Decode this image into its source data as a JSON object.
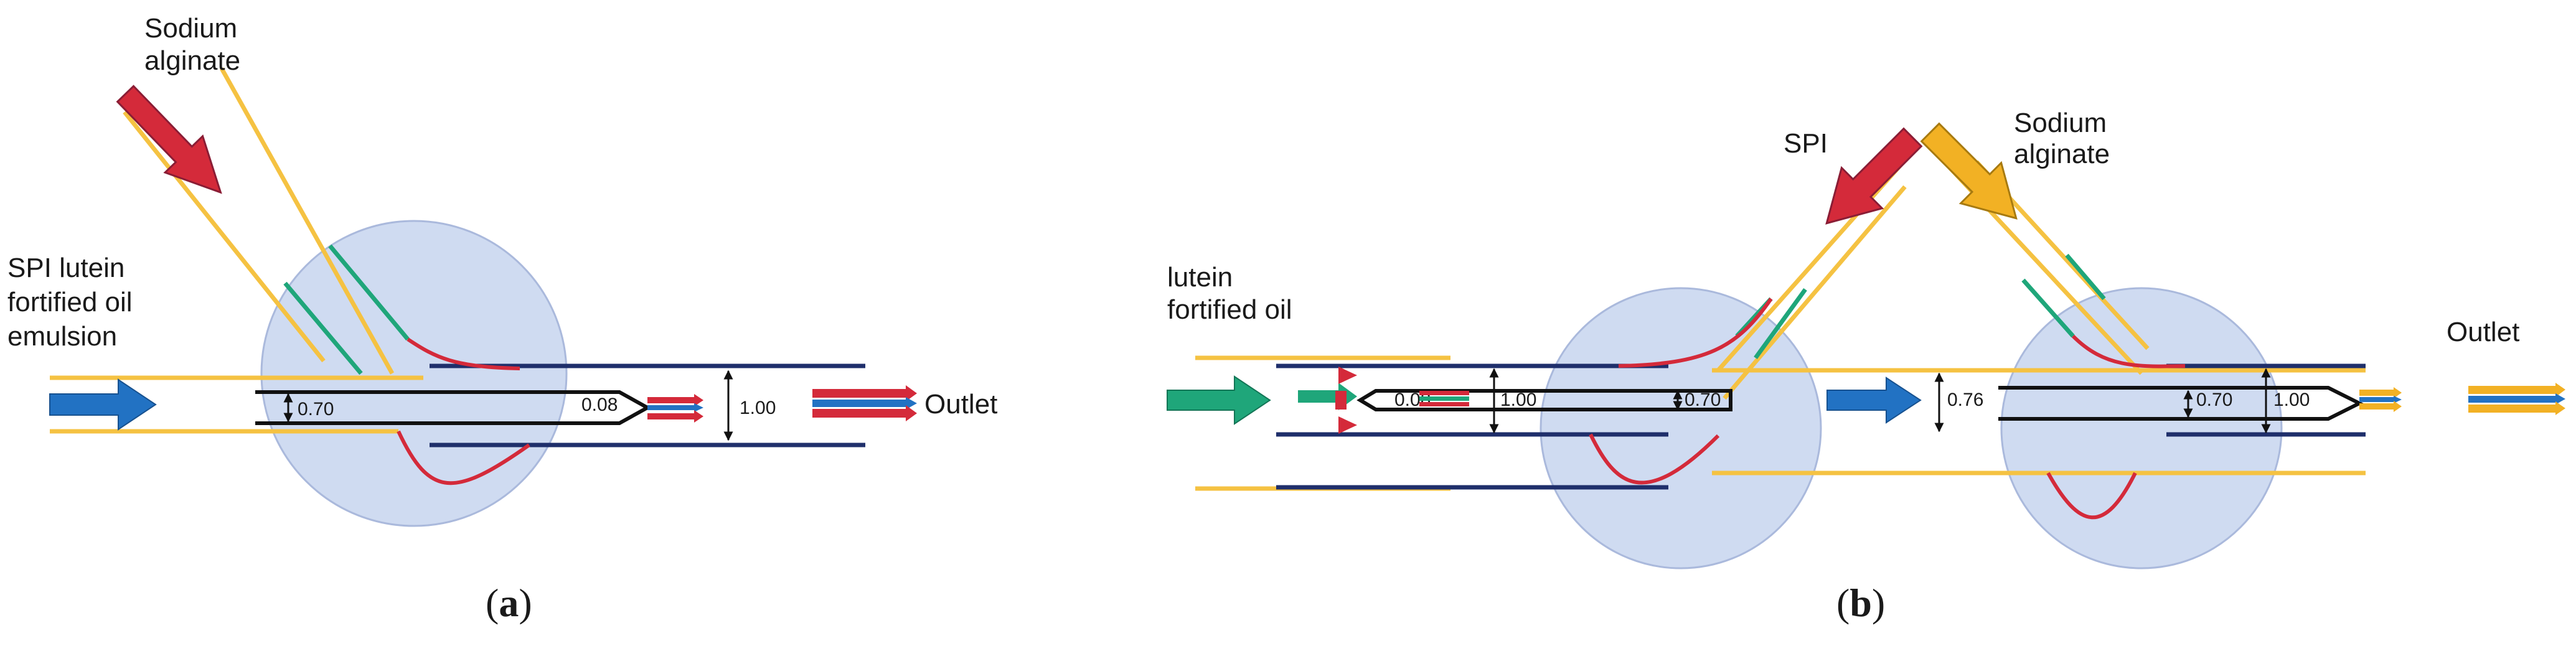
{
  "panel_a": {
    "label_alginate_line1": "Sodium",
    "label_alginate_line2": "alginate",
    "label_emulsion_line1": "SPI lutein",
    "label_emulsion_line2": "fortified oil",
    "label_emulsion_line3": "emulsion",
    "label_outlet": "Outlet",
    "dim_inner": "0.70",
    "dim_tip": "0.08",
    "dim_outer": "1.00",
    "caption_open": "(",
    "caption_letter": "a",
    "caption_close": ")"
  },
  "panel_b": {
    "label_spi": "SPI",
    "label_alginate_line1": "Sodium",
    "label_alginate_line2": "alginate",
    "label_oil_line1": "lutein",
    "label_oil_line2": "fortified oil",
    "label_outlet": "Outlet",
    "dim_tip": "0.08",
    "dim_1": "1.00",
    "dim_2": "0.70",
    "dim_3": "0.76",
    "dim_4": "0.70",
    "dim_5": "1.00",
    "caption_open": "(",
    "caption_letter": "b",
    "caption_close": ")"
  },
  "colors": {
    "capillary_yellow": "#f5c242",
    "tube_navy": "#1f2f6b",
    "needle_black": "#111111",
    "red": "#d42a3a",
    "green": "#1fa67a",
    "blue": "#2272c3",
    "orange": "#f2b124",
    "circle_fill": "#c7d5ef",
    "circle_stroke": "#aab9dc"
  }
}
